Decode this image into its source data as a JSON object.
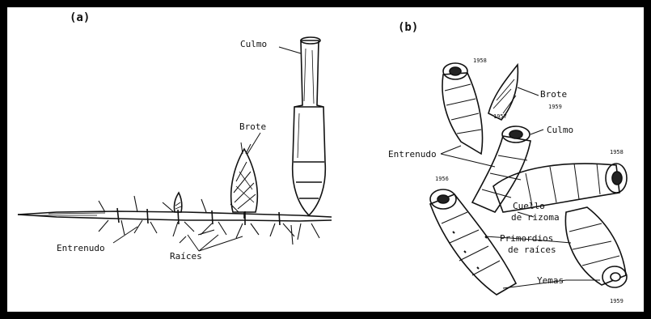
{
  "panel_a": {
    "label": "(a)",
    "culmo": "Culmo",
    "brote": "Brote",
    "entrenudo": "Entrenudo",
    "raices": "Raíces"
  },
  "panel_b": {
    "label": "(b)",
    "year_1958_top": "1958",
    "brote": "Brote",
    "year_1959_top": "1959",
    "year_1957": "1957",
    "culmo": "Culmo",
    "entrenudo": "Entrenudo",
    "year_1958_right": "1958",
    "year_1956": "1956",
    "cuello_1": "Cuello",
    "cuello_2": "de rizoma",
    "primordios_1": "Primordios",
    "primordios_2": "de raíces",
    "yemas": "Yemas",
    "year_1959_bottom": "1959"
  }
}
